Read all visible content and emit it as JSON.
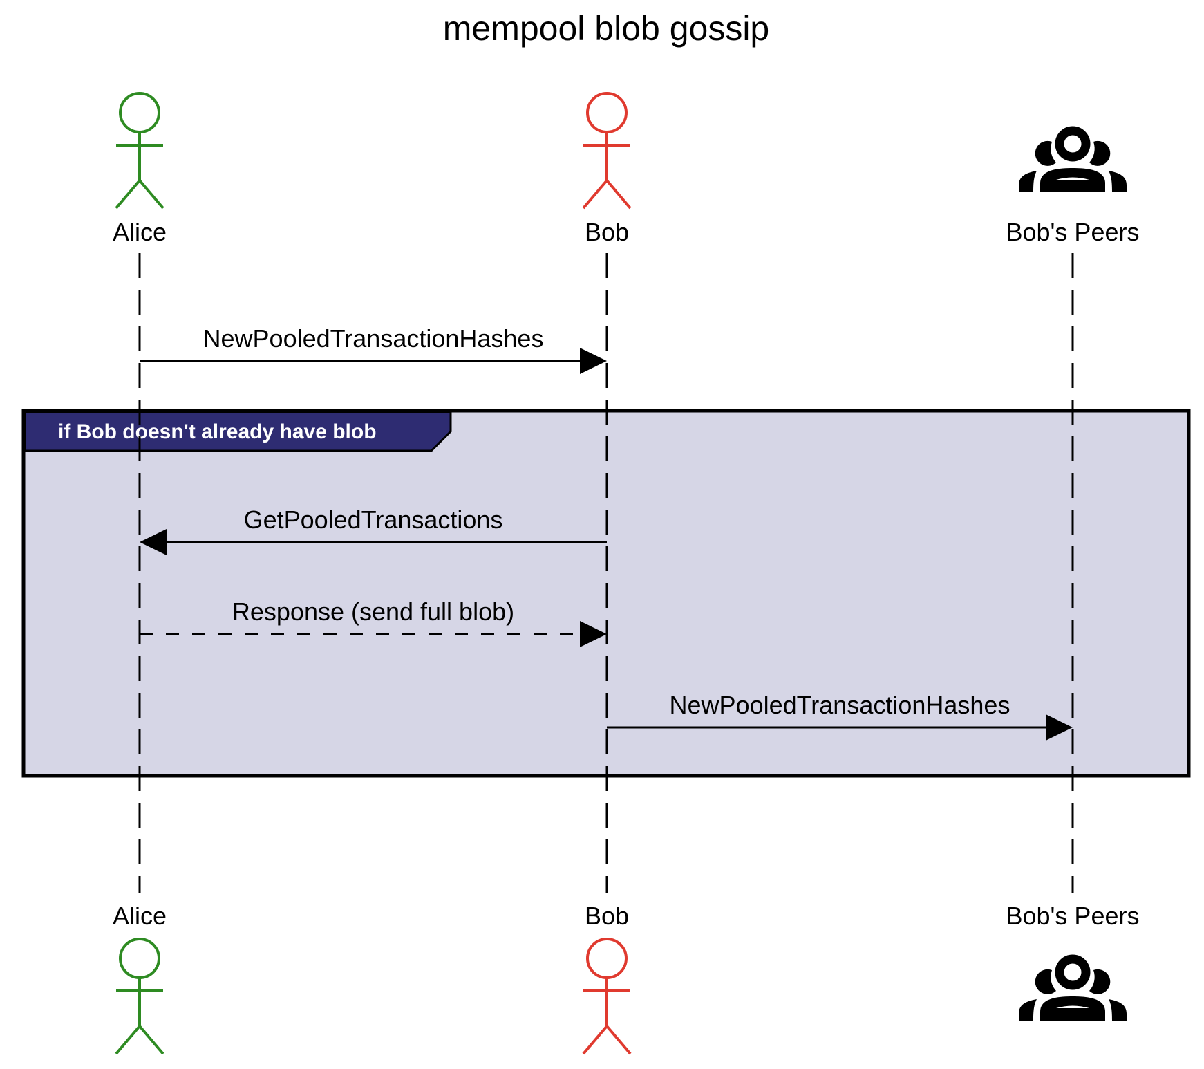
{
  "title": "mempool blob gossip",
  "participants": [
    {
      "id": "alice",
      "label": "Alice",
      "kind": "actor",
      "color": "#2e8b22"
    },
    {
      "id": "bob",
      "label": "Bob",
      "kind": "actor",
      "color": "#e03a2f"
    },
    {
      "id": "peers",
      "label": "Bob's Peers",
      "kind": "group-icon",
      "color": "#000000"
    }
  ],
  "messages": [
    {
      "from": "alice",
      "to": "bob",
      "label": "NewPooledTransactionHashes",
      "style": "solid"
    },
    {
      "from": "bob",
      "to": "alice",
      "label": "GetPooledTransactions",
      "style": "solid"
    },
    {
      "from": "alice",
      "to": "bob",
      "label": "Response (send full blob)",
      "style": "dashed"
    },
    {
      "from": "bob",
      "to": "peers",
      "label": "NewPooledTransactionHashes",
      "style": "solid"
    }
  ],
  "frame": {
    "kind": "opt",
    "label": "if Bob doesn't already have blob",
    "first_message": 1,
    "last_message": 3,
    "fill": "#d6d6e6",
    "label_fill": "#2e2c72",
    "label_color": "#ffffff"
  },
  "icons": {
    "actor": "stick-figure-icon",
    "group-icon": "people-group-icon"
  }
}
